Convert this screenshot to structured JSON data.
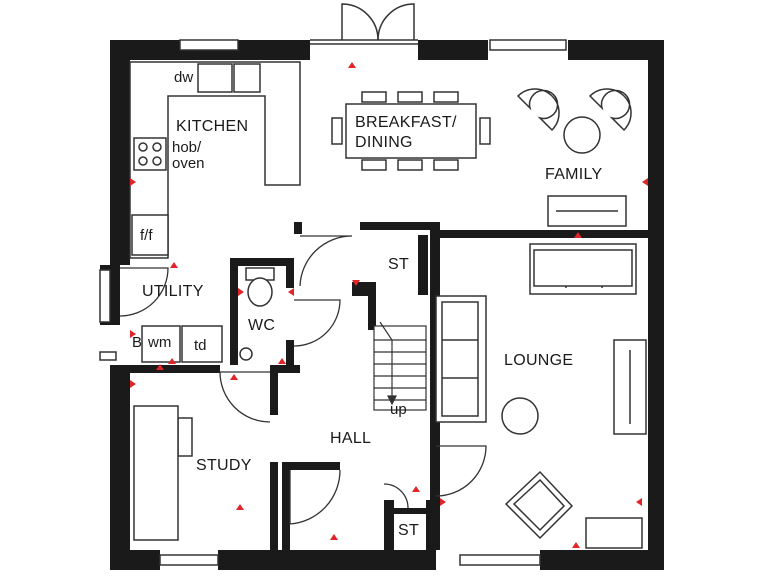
{
  "floorplan": {
    "rooms": {
      "kitchen": "KITCHEN",
      "breakfast_line1": "BREAKFAST/",
      "breakfast_line2": "DINING",
      "family": "FAMILY",
      "utility": "UTILITY",
      "wc": "WC",
      "st_upper": "ST",
      "st_lower": "ST",
      "lounge": "LOUNGE",
      "hall": "HALL",
      "study": "STUDY"
    },
    "fixtures": {
      "dishwasher": "dw",
      "hob_line1": "hob/",
      "hob_line2": "oven",
      "fridge_freezer": "f/f",
      "boiler": "B",
      "washing_machine": "wm",
      "tumble_dryer": "td",
      "stairs_up": "up"
    },
    "colors": {
      "wall": "#1a1a1a",
      "line": "#333333",
      "marker": "#e0242a",
      "fixture_fill": "#ffffff"
    }
  }
}
